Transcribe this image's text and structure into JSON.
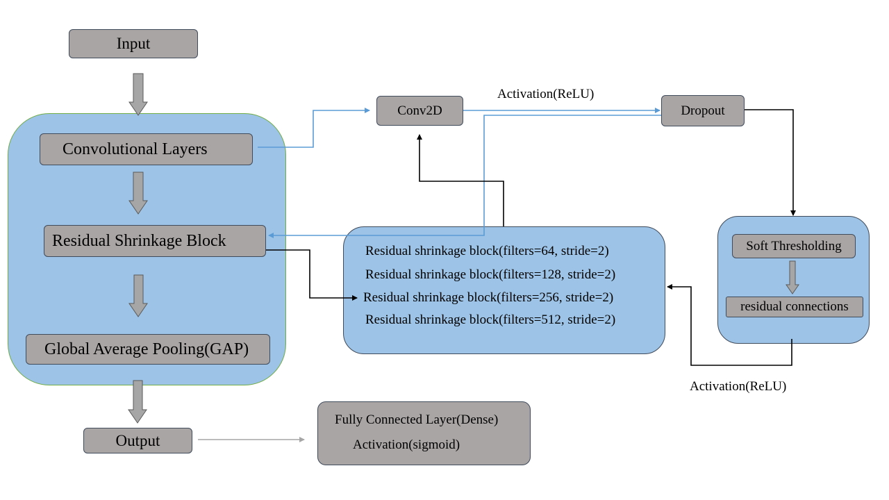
{
  "left_column": {
    "input": "Input",
    "conv_layers": "Convolutional Layers",
    "residual_block": "Residual Shrinkage Block",
    "gap": "Global Average Pooling(GAP)",
    "output": "Output"
  },
  "conv_path": {
    "conv2d": "Conv2D",
    "activation": "Activation(ReLU)",
    "dropout": "Dropout"
  },
  "residual_blocks": [
    "Residual shrinkage block(filters=64, stride=2)",
    "Residual shrinkage block(filters=128, stride=2)",
    "Residual shrinkage block(filters=256, stride=2)",
    "Residual shrinkage block(filters=512, stride=2)"
  ],
  "threshold_panel": {
    "soft_thresholding": "Soft Thresholding",
    "residual_connections": "residual connections",
    "activation": "Activation(ReLU)"
  },
  "dense_box": {
    "line1": "Fully Connected Layer(Dense)",
    "line2": "Activation(sigmoid)"
  },
  "colors": {
    "panel_fill": "#9dc3e6",
    "box_fill": "#aaa5a5",
    "blue_line": "#5b9bd5",
    "black_line": "#000000",
    "gray_line": "#a6a6a6",
    "left_panel_border": "#70ad47"
  }
}
